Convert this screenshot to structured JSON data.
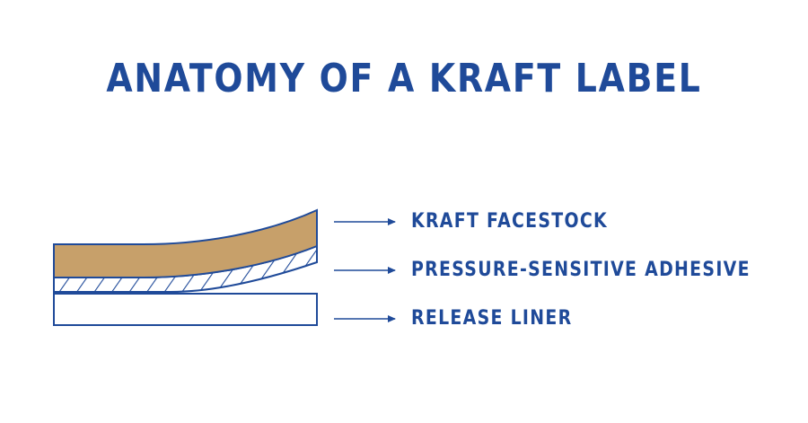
{
  "title": "ANATOMY OF A KRAFT LABEL",
  "layers": [
    {
      "id": "facestock",
      "label": "KRAFT FACESTOCK",
      "color": "#c7a06a"
    },
    {
      "id": "adhesive",
      "label": "PRESSURE-SENSITIVE ADHESIVE",
      "color": "#ffffff"
    },
    {
      "id": "liner",
      "label": "RELEASE LINER",
      "color": "#ffffff"
    }
  ],
  "colors": {
    "brand_blue": "#1f4a99",
    "kraft": "#c7a06a",
    "outline": "#1f4a99"
  }
}
